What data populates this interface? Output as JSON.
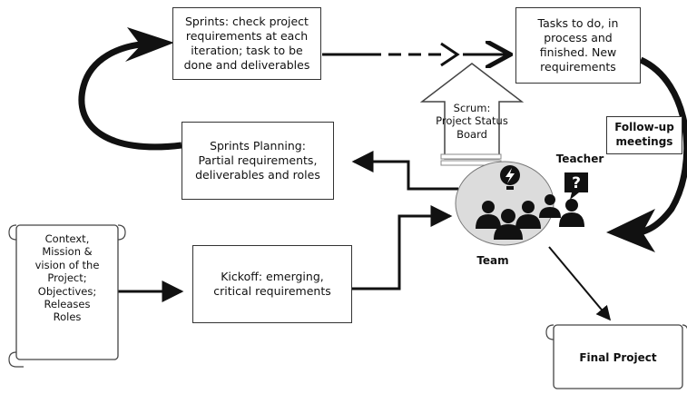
{
  "nodes": {
    "sprints": "Sprints: check project\nrequirements at each\niteration; task to be\ndone and deliverables",
    "tasks": "Tasks to do, in\nprocess and\nfinished. New\nrequirements",
    "scrum_board": "Scrum:\nProject Status\nBoard",
    "sprints_planning": "Sprints Planning:\nPartial requirements,\ndeliverables and roles",
    "follow_up": "Follow-up\nmeetings",
    "teacher": "Teacher",
    "team": "Team",
    "context": "Context,\nMission &\nvision of the\nProject;\nObjectives;\nReleases\nRoles",
    "kickoff": "Kickoff: emerging,\ncritical requirements",
    "final_project": "Final Project"
  },
  "icons": [
    "team-people-icon",
    "lightning-bulb-icon",
    "question-mark-icon",
    "teacher-icon"
  ]
}
